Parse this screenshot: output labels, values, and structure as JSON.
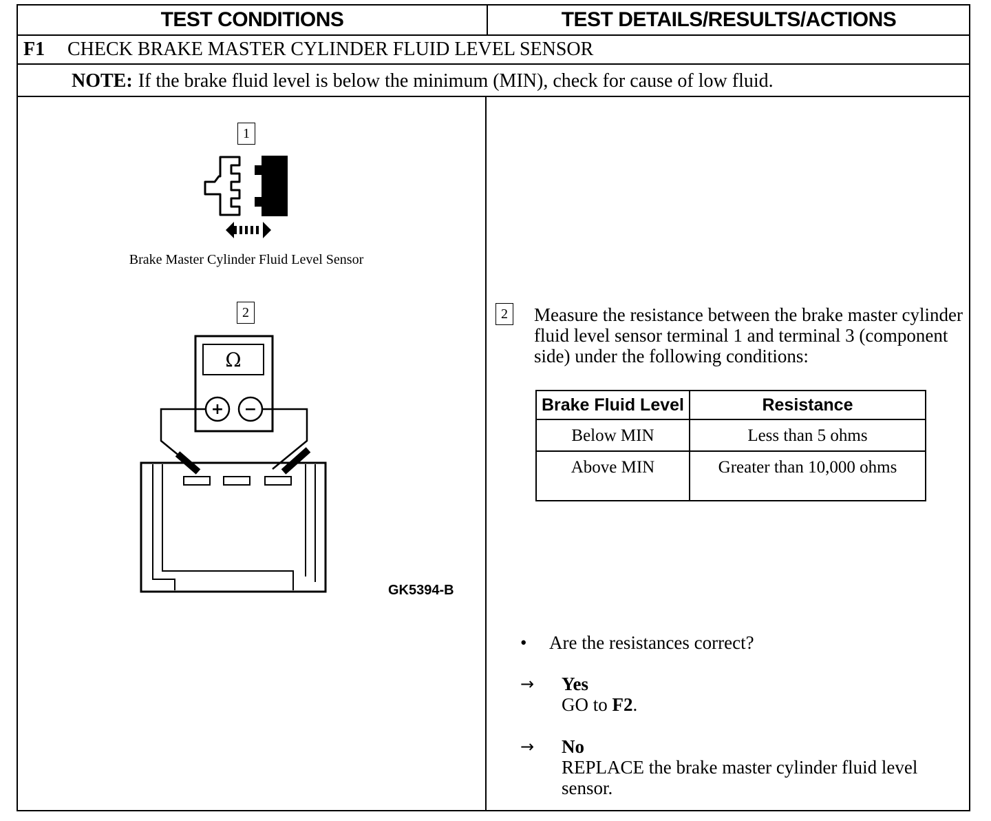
{
  "header": {
    "left": "TEST CONDITIONS",
    "right": "TEST DETAILS/RESULTS/ACTIONS"
  },
  "test": {
    "id": "F1",
    "title": "CHECK BRAKE MASTER CYLINDER FLUID LEVEL SENSOR"
  },
  "note": {
    "label": "NOTE:",
    "text": "If the brake fluid level is below the minimum (MIN), check for cause of low fluid."
  },
  "figure": {
    "step1_number": "1",
    "caption": "Brake Master Cylinder Fluid Level Sensor",
    "step2_number": "2",
    "meter_symbol": "Ω",
    "plus": "+",
    "minus": "−",
    "code": "GK5394-B"
  },
  "step2": {
    "number": "2",
    "text": "Measure the resistance between the brake master cylinder fluid level sensor terminal 1 and terminal 3 (component side) under the following conditions:"
  },
  "resistance_table": {
    "headers": [
      "Brake Fluid Level",
      "Resistance"
    ],
    "rows": [
      [
        "Below MIN",
        "Less than 5 ohms"
      ],
      [
        "Above MIN",
        "Greater than 10,000 ohms"
      ]
    ]
  },
  "question": {
    "bullet": "•",
    "text": "Are the resistances correct?"
  },
  "answers": {
    "arrow": "→",
    "yes": {
      "label": "Yes",
      "action_prefix": "GO to ",
      "action_target": "F2",
      "action_suffix": "."
    },
    "no": {
      "label": "No",
      "action": "REPLACE the brake master cylinder fluid level sensor."
    }
  }
}
